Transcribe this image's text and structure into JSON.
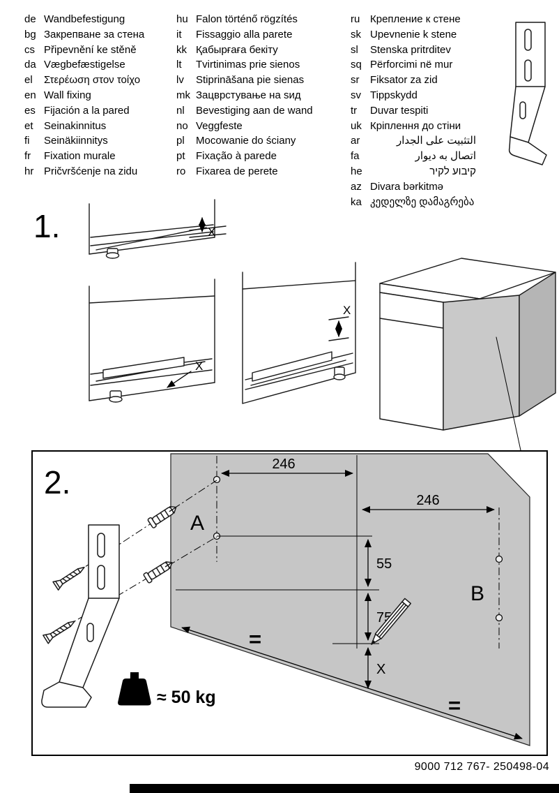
{
  "languages": {
    "col1": [
      {
        "code": "de",
        "text": "Wandbefestigung"
      },
      {
        "code": "bg",
        "text": "Закрепване за стена"
      },
      {
        "code": "cs",
        "text": "Připevnění ke stěně"
      },
      {
        "code": "da",
        "text": "Vægbefæstigelse"
      },
      {
        "code": "el",
        "text": "Στερέωση στον τοίχο"
      },
      {
        "code": "en",
        "text": "Wall fixing"
      },
      {
        "code": "es",
        "text": "Fijación a la pared"
      },
      {
        "code": "et",
        "text": "Seinakinnitus"
      },
      {
        "code": "fi",
        "text": "Seinäkiinnitys"
      },
      {
        "code": "fr",
        "text": "Fixation murale"
      },
      {
        "code": "hr",
        "text": "Pričvršćenje na zidu"
      }
    ],
    "col2": [
      {
        "code": "hu",
        "text": "Falon történő rögzítés"
      },
      {
        "code": "it",
        "text": "Fissaggio alla parete"
      },
      {
        "code": "kk",
        "text": "Қабырғаға бекіту"
      },
      {
        "code": "lt",
        "text": "Tvirtinimas prie sienos"
      },
      {
        "code": "lv",
        "text": "Stiprināšana pie sienas"
      },
      {
        "code": "mk",
        "text": "Зацврстување на ѕид"
      },
      {
        "code": "nl",
        "text": "Bevestiging aan de wand"
      },
      {
        "code": "no",
        "text": "Veggfeste"
      },
      {
        "code": "pl",
        "text": "Mocowanie do ściany"
      },
      {
        "code": "pt",
        "text": "Fixação à parede"
      },
      {
        "code": "ro",
        "text": "Fixarea de perete"
      }
    ],
    "col3": [
      {
        "code": "ru",
        "text": "Крепление к стене"
      },
      {
        "code": "sk",
        "text": "Upevnenie k stene"
      },
      {
        "code": "sl",
        "text": "Stenska pritrditev"
      },
      {
        "code": "sq",
        "text": "Përforcimi në mur"
      },
      {
        "code": "sr",
        "text": "Fiksator za zid"
      },
      {
        "code": "sv",
        "text": "Tippskydd"
      },
      {
        "code": "tr",
        "text": "Duvar tespiti"
      },
      {
        "code": "uk",
        "text": "Кріплення до стіни"
      },
      {
        "code": "ar",
        "text": "التثبيت على الجدار"
      },
      {
        "code": "fa",
        "text": "اتصال به دیوار"
      },
      {
        "code": "he",
        "text": "קיבוע לקיר"
      },
      {
        "code": "az",
        "text": "Divara bərkitmə"
      },
      {
        "code": "ka",
        "text": "კედელზე დამაგრება"
      }
    ]
  },
  "step1": {
    "label": "1.",
    "x_top": "X",
    "x_bottom_left": "X",
    "x_middle": "X"
  },
  "step2": {
    "label": "2.",
    "point_a": "A",
    "point_b": "B",
    "dim_246_left": "246",
    "dim_246_right": "246",
    "dim_55": "55",
    "dim_75": "75",
    "dim_x": "X",
    "equal_left": "=",
    "equal_right": "=",
    "weight": "≈ 50 kg"
  },
  "footer": {
    "doc_number": "9000 712 767- 250498-04"
  }
}
